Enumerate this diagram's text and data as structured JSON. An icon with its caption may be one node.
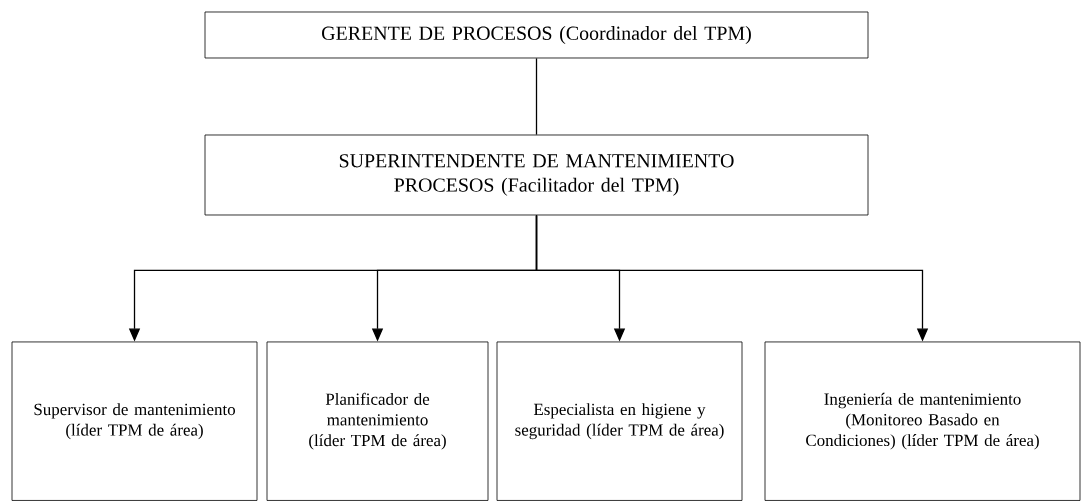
{
  "diagram": {
    "nodes": [
      {
        "text": [
          "GERENTE DE PROCESOS (Coordinador del TPM)"
        ]
      },
      {
        "text": [
          "SUPERINTENDENTE DE MANTENIMIENTO PROCESOS (Facilitador del TPM)"
        ]
      },
      {
        "text": [
          "Supervisor de mantenimiento (líder TPM de área)"
        ]
      },
      {
        "text": [
          "Planificador de mantenimiento (líder TPM de área)"
        ]
      },
      {
        "text": [
          "Especialista en higiene y seguridad (líder TPM de área)"
        ]
      },
      {
        "text": [
          "Ingeniería de mantenimiento (Monitoreo Basado en Condiciones) (líder TPM de área)"
        ]
      }
    ],
    "edges": [
      {
        "from": 0,
        "to": 1,
        "arrow": "none"
      },
      {
        "from": 1,
        "to": 2,
        "arrow": "to"
      },
      {
        "from": 1,
        "to": 3,
        "arrow": "to"
      },
      {
        "from": 1,
        "to": 4,
        "arrow": "to"
      },
      {
        "from": 1,
        "to": 5,
        "arrow": "to"
      }
    ]
  }
}
